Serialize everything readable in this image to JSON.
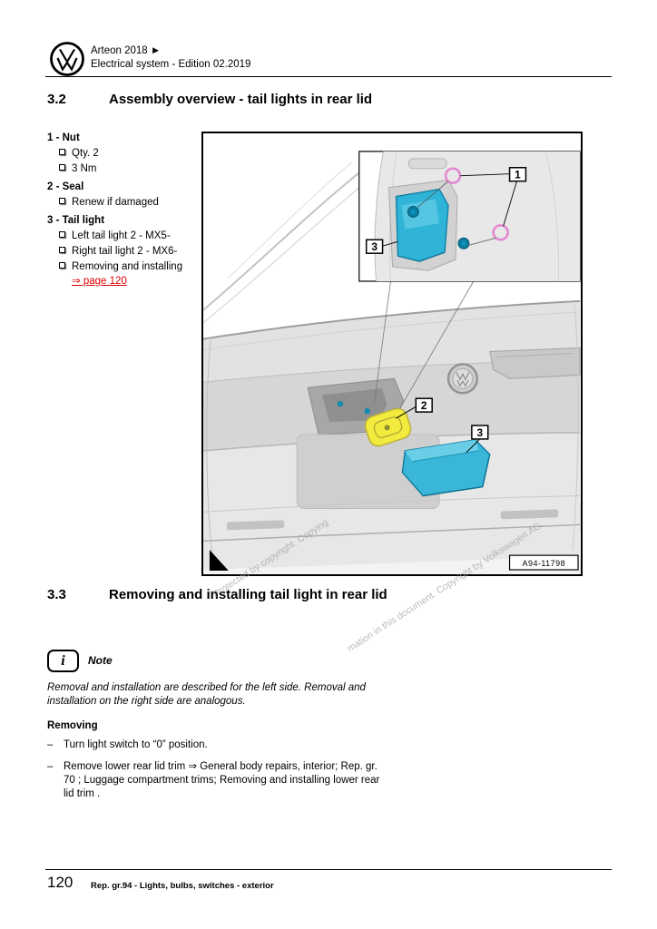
{
  "colors": {
    "link_red": "#dd0000",
    "highlight_cyan": "#38b6d8",
    "highlight_yellow": "#f2ea3c",
    "callout_pink": "#e489d0"
  },
  "header": {
    "model": "Arteon 2018 ►",
    "edition": "Electrical system - Edition 02.2019"
  },
  "section_assembly": {
    "number": "3.2",
    "title": "Assembly overview - tail lights in rear lid"
  },
  "parts_list": [
    {
      "label": "1 - Nut",
      "items": [
        "Qty. 2",
        "3 Nm"
      ]
    },
    {
      "label": "2 - Seal",
      "items": [
        "Renew if damaged"
      ]
    },
    {
      "label": "3 - Tail light",
      "items": [
        "Left tail light 2 - MX5-",
        "Right tail light 2 - MX6-",
        "Removing and installing"
      ],
      "link": "⇒ page 120"
    }
  ],
  "figure": {
    "callout_1": "1",
    "callout_2": "2",
    "callout_3": "3",
    "inset_callout_3": "3",
    "figure_code": "A94-11798",
    "watermark_line_a": "Protected by copyright. Copying",
    "watermark_line_b": "mation in this document. Copyright by Volkswagen AG."
  },
  "section_removal": {
    "number": "3.3",
    "title": "Removing and installing tail light in rear lid"
  },
  "note": {
    "icon_glyph": "i",
    "label": "Note",
    "text": "Removal and installation are described for the left side. Removal and installation on the right side are analogous."
  },
  "removing": {
    "heading": "Removing",
    "marker": "–",
    "steps": [
      "Turn light switch to “0” position.",
      "Remove lower rear lid trim ⇒ General body repairs, interior; Rep. gr. 70 ; Luggage compartment trims; Removing and installing lower rear lid trim ."
    ]
  },
  "footer": {
    "page_number": "120",
    "chapter": "Rep. gr.94 - Lights, bulbs, switches - exterior"
  }
}
